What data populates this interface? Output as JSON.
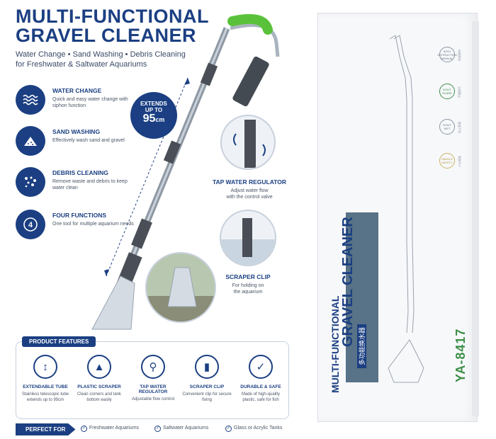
{
  "header": {
    "title_line1": "MULTI-FUNCTIONAL",
    "title_line2": "GRAVEL CLEANER",
    "subtitle_line1": "Water Change • Sand Washing • Debris Cleaning",
    "subtitle_line2": "for Freshwater & Saltwater Aquariums"
  },
  "features": [
    {
      "title": "WATER CHANGE",
      "desc": "Quick and easy water change with siphon function",
      "icon": "waves-icon"
    },
    {
      "title": "SAND WASHING",
      "desc": "Effectively wash sand and gravel",
      "icon": "sand-icon"
    },
    {
      "title": "DEBRIS CLEANING",
      "desc": "Remove waste and debris to keep water clean",
      "icon": "debris-icon"
    },
    {
      "title": "FOUR FUNCTIONS",
      "desc": "One tool for multiple aquarium needs",
      "icon": "four-icon"
    }
  ],
  "extends": {
    "line1": "EXTENDS",
    "line2": "UP TO",
    "value": "95",
    "unit": "cm"
  },
  "callouts": {
    "tap": {
      "title": "TAP WATER REGULATOR",
      "desc_line1": "Adjust water flow",
      "desc_line2": "with the control valve"
    },
    "clip": {
      "title": "SCRAPER CLIP",
      "desc_line1": "For holding on",
      "desc_line2": "the aquarium"
    }
  },
  "product_features": {
    "label": "PRODUCT FEATURES",
    "items": [
      {
        "title": "EXTENDABLE TUBE",
        "desc": "Stainless telescopic tube extends up to 95cm",
        "icon": "expand-icon"
      },
      {
        "title": "PLASTIC SCRAPER",
        "desc": "Clean corners and tank bottom easily",
        "icon": "scraper-icon"
      },
      {
        "title": "TAP WATER REGULATOR",
        "desc": "Adjustable flow control",
        "icon": "faucet-icon"
      },
      {
        "title": "SCRAPER CLIP",
        "desc": "Convenient clip for secure fixing",
        "icon": "clip-icon"
      },
      {
        "title": "DURABLE & SAFE",
        "desc": "Made of high-quality plastic, safe for fish",
        "icon": "shield-check-icon"
      }
    ]
  },
  "perfect_for": {
    "label": "PERFECT FOR",
    "items": [
      "Freshwater Aquariums",
      "Saltwater Aquariums",
      "Glass or Acrylic Tanks"
    ]
  },
  "box": {
    "brand_line1": "MULTI-FUNCTIONAL",
    "brand_line2": "GRAVEL CLEANER",
    "chinese": "多功能换水器",
    "model": "YA-8417",
    "badges": [
      {
        "text": "WITH INSTRUCTION MANUAL",
        "cn": "附说明书"
      },
      {
        "text": "DON'T SCARE",
        "cn": "不要惊吓"
      },
      {
        "text": "DON'T WET",
        "cn": "防止受潮"
      },
      {
        "text": "HANDLE SAFETY",
        "cn": "小心轻放"
      }
    ]
  },
  "colors": {
    "navy": "#1b3f82",
    "green": "#5ac23a",
    "model_green": "#3f8f4a"
  }
}
